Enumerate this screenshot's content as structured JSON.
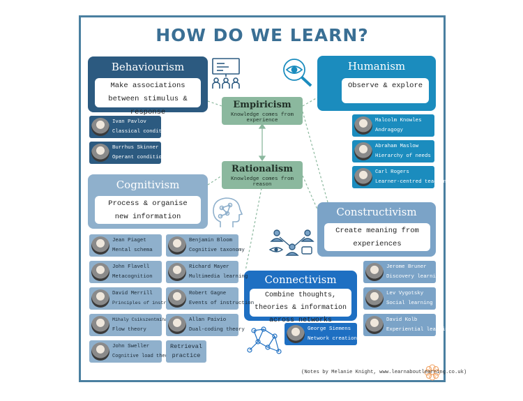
{
  "title": "HOW DO WE LEARN?",
  "theories": {
    "behaviourism": {
      "name": "Behaviourism",
      "desc": "Make associations between stimulus & response",
      "color": "#2c5a80"
    },
    "humanism": {
      "name": "Humanism",
      "desc": "Observe & explore",
      "color": "#1b8cbe"
    },
    "cognitivism": {
      "name": "Cognitivism",
      "desc": "Process & organise new information",
      "color": "#8fb0cc"
    },
    "constructivism": {
      "name": "Constructivism",
      "desc": "Create meaning from experiences",
      "color": "#7ba3c7"
    },
    "connectivism": {
      "name": "Connectivism",
      "desc": "Combine thoughts, theories & information across networks",
      "color": "#1e6fc2"
    }
  },
  "empiricism": {
    "name": "Empiricism",
    "desc": "Knowledge comes from experience"
  },
  "rationalism": {
    "name": "Rationalism",
    "desc": "Knowledge comes from reason"
  },
  "people": {
    "behaviourism": [
      {
        "name": "Ivan Pavlov",
        "theory": "Classical conditioning"
      },
      {
        "name": "Burrhus Skinner",
        "theory": "Operant conditioning"
      }
    ],
    "humanism": [
      {
        "name": "Malcolm Knowles",
        "theory": "Andragogy"
      },
      {
        "name": "Abraham Maslow",
        "theory": "Hierarchy of needs"
      },
      {
        "name": "Carl Rogers",
        "theory": "Learner-centred teaching"
      }
    ],
    "cognitivism": [
      {
        "name": "Jean Piaget",
        "theory": "Mental schema"
      },
      {
        "name": "Benjamin Bloom",
        "theory": "Cognitive taxonomy"
      },
      {
        "name": "John Flavell",
        "theory": "Metacognition"
      },
      {
        "name": "Richard Mayer",
        "theory": "Multimedia learning"
      },
      {
        "name": "David Merrill",
        "theory": "Principles of instruction"
      },
      {
        "name": "Robert Gagne",
        "theory": "Events of instruction"
      },
      {
        "name": "Mihaly Csikszentmihalyi",
        "theory": "Flow theory"
      },
      {
        "name": "Allan Paivio",
        "theory": "Dual-coding theory"
      },
      {
        "name": "John Sweller",
        "theory": "Cognitive load theory"
      }
    ],
    "retrieval": {
      "line1": "Retrieval",
      "line2": "practice"
    },
    "constructivism": [
      {
        "name": "Jerome Bruner",
        "theory": "Discovery learning"
      },
      {
        "name": "Lev Vygotsky",
        "theory": "Social learning"
      },
      {
        "name": "David Kolb",
        "theory": "Experiential learning"
      }
    ],
    "connectivism": [
      {
        "name": "George Siemens",
        "theory": "Network creation"
      }
    ]
  },
  "footer": "(Notes by Melanie Knight, www.learnaboutlearning.co.uk)",
  "icons": [
    "whiteboard-icon",
    "eye-magnifier-icon",
    "brain-network-icon",
    "people-network-icon",
    "globe-network-icon",
    "flower-logo-icon"
  ]
}
